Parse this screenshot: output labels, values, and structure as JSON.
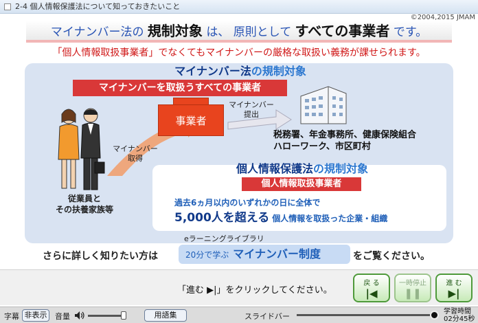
{
  "titlebar": {
    "title": "2-4 個人情報保護法について知っておきたいこと"
  },
  "copyright": "©2004,2015 JMAM",
  "headline": {
    "part1": "マイナンバー法の",
    "bold1": "規制対象",
    "part2": "は、 原則として",
    "bold2": "すべての事業者",
    "part3": "です。"
  },
  "subline": "「個人情報取扱事業者」でなくてもマイナンバーの厳格な取扱い義務が課せられます。",
  "diagram": {
    "mynumber_title_a": "マイナンバー法",
    "mynumber_title_b": "の規制対象",
    "mynumber_banner": "マイナンバーを取扱うすべての事業者",
    "people_label_1": "従業員と",
    "people_label_2": "その扶養家族等",
    "obtain_1": "マイナンバー",
    "obtain_2": "取得",
    "business_label": "事業者",
    "provide_1": "マイナンバー",
    "provide_2": "提出",
    "dest_1": "税務署、年金事務所、健康保険組合",
    "dest_2": "ハローワーク、市区町村",
    "pi_title_a": "個人情報保護法",
    "pi_title_b": "の規制対象",
    "pi_banner": "個人情報取扱事業者",
    "pi_line1": "過去6ヵ月以内のいずれかの日に全体で",
    "pi_big": "5,000人を超える",
    "pi_small": "個人情報を取扱った企業・組織"
  },
  "library": {
    "label": "eラーニングライブラリ",
    "lead": "さらに詳しく知りたい方は",
    "prefix": "20分で学ぶ",
    "title": "マイナンバー制度",
    "trail": "をご覧ください。"
  },
  "instruction": "「進む ▶|」をクリックしてください。",
  "nav": {
    "back_label": "戻 る",
    "back_icon": "|◀",
    "pause_label": "一時停止",
    "pause_icon": "❚❚",
    "next_label": "進 む",
    "next_icon": "▶|"
  },
  "bottombar": {
    "subtitle_label": "字幕",
    "subtitle_toggle": "非表示",
    "volume_label": "音量",
    "glossary": "用語集",
    "slide_label": "スライドバー",
    "time_label": "学習時間",
    "time_value": "02分45秒",
    "volume_level": 0.95,
    "slide_position": 0.98
  },
  "colors": {
    "accent_red": "#d93838",
    "accent_blue": "#1f5fb8",
    "nav_green": "#4e9a3a"
  }
}
